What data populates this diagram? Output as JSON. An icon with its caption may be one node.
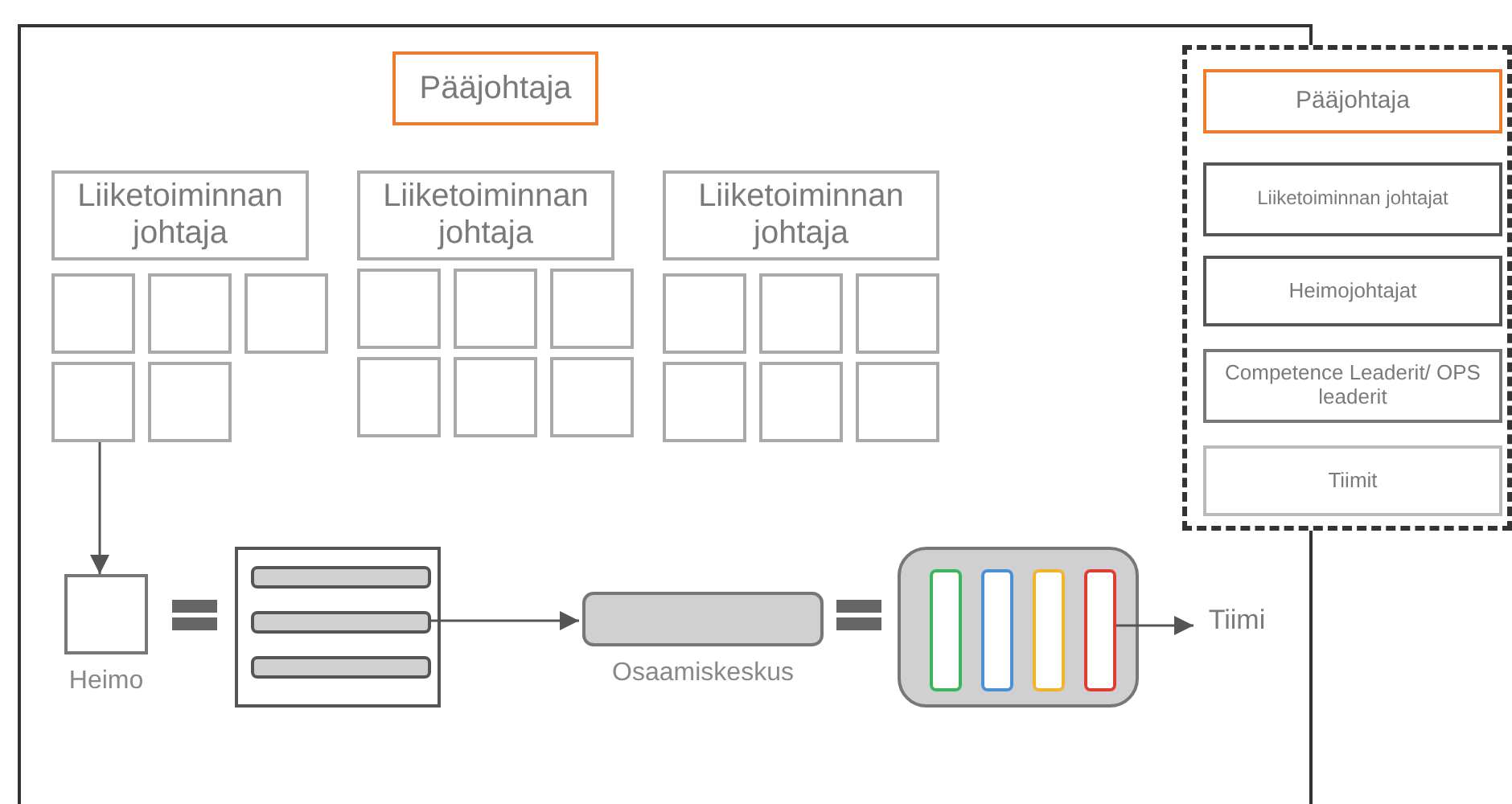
{
  "diagram": {
    "nodes": [
      {
        "text": [
          "Pääjohtaja"
        ]
      },
      {
        "text": [
          "Liiketoiminnan johtaja"
        ]
      },
      {
        "text": [
          "Liiketoiminnan johtaja"
        ]
      },
      {
        "text": [
          "Liiketoiminnan johtaja"
        ]
      },
      {
        "text": [],
        "shape": "box"
      },
      {
        "text": [],
        "shape": "box"
      },
      {
        "text": [],
        "shape": "box"
      },
      {
        "text": [],
        "shape": "box"
      },
      {
        "text": [],
        "shape": "box"
      },
      {
        "text": [],
        "shape": "box"
      },
      {
        "text": [],
        "shape": "box"
      },
      {
        "text": [],
        "shape": "box"
      },
      {
        "text": [],
        "shape": "box"
      },
      {
        "text": [],
        "shape": "box"
      },
      {
        "text": [],
        "shape": "box"
      },
      {
        "text": [],
        "shape": "box"
      },
      {
        "text": [],
        "shape": "box"
      },
      {
        "text": [],
        "shape": "box"
      },
      {
        "text": [],
        "shape": "box"
      },
      {
        "text": [],
        "shape": "box"
      },
      {
        "text": [],
        "shape": "box"
      },
      {
        "text": [
          "Heimo"
        ]
      },
      {
        "text": [],
        "shape": "box"
      },
      {
        "text": [],
        "shape": "bar",
        "in": 22
      },
      {
        "text": [],
        "shape": "bar",
        "in": 22
      },
      {
        "text": [],
        "shape": "bar",
        "in": 22
      },
      {
        "text": [
          "Osaamiskeskus"
        ]
      },
      {
        "text": [],
        "shape": "box"
      },
      {
        "text": [],
        "shape": "bar",
        "in": 27
      },
      {
        "text": [],
        "shape": "bar",
        "in": 27
      },
      {
        "text": [],
        "shape": "bar",
        "in": 27
      },
      {
        "text": [],
        "shape": "bar",
        "in": 27
      },
      {
        "text": [
          "Tiimi"
        ]
      },
      {
        "text": [],
        "shape": "box"
      },
      {
        "text": [
          "Pääjohtaja"
        ],
        "in": 33
      },
      {
        "text": [
          "Liiketoiminnan johtajat"
        ],
        "in": 33
      },
      {
        "text": [
          "Heimojohtajat"
        ],
        "in": 33
      },
      {
        "text": [
          "Competence Leaderit/ OPS leaderit"
        ],
        "in": 33
      },
      {
        "text": [
          "Tiimit"
        ],
        "in": 33
      }
    ],
    "edges": [
      {
        "from": 7,
        "to": 21,
        "arrow": "to"
      },
      {
        "from": 24,
        "to": 26,
        "arrow": "to"
      },
      {
        "from": 31,
        "to": 32,
        "arrow": "to"
      }
    ]
  }
}
